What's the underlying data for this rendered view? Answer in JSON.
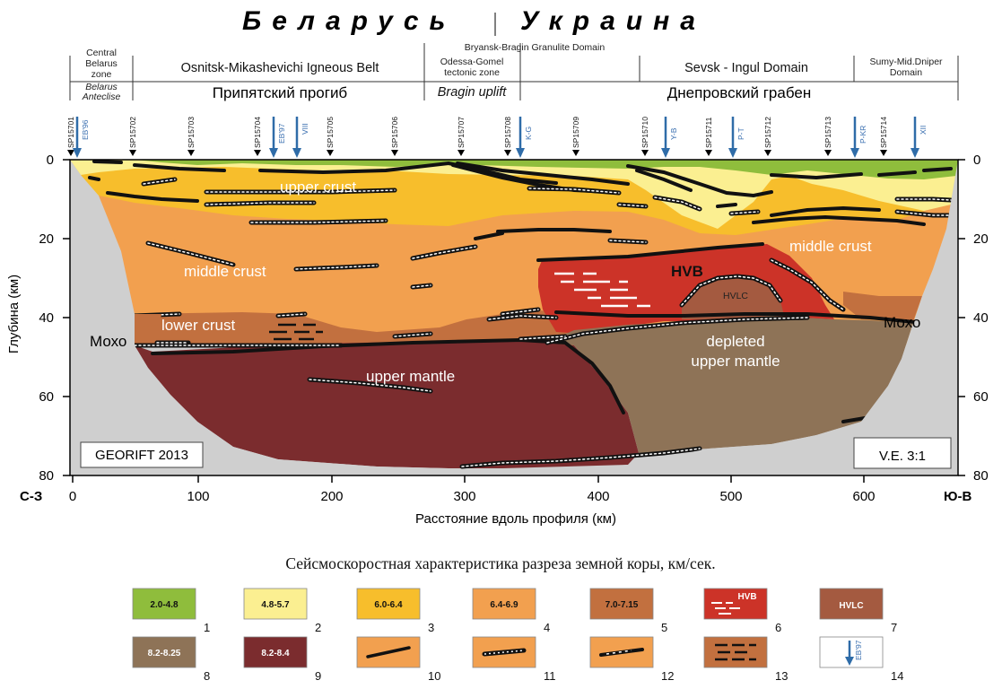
{
  "title": {
    "left": "Беларусь",
    "right": "Украина"
  },
  "zones_top": {
    "central_belarus": [
      "Central",
      "Belarus",
      "zone"
    ],
    "osnitsk": "Osnitsk-Mikashevichi Igneous Belt",
    "bryansk": "Bryansk-Bragin Granulite Domain",
    "odessa": [
      "Odessa-Gomel",
      "tectonic zone"
    ],
    "sevsk": "Sevsk - Ingul Domain",
    "sumy": [
      "Sumy-Mid.Dniper",
      "Domain"
    ]
  },
  "zones_bottom": {
    "belarus_anteclise": [
      "Belarus",
      "Anteclise"
    ],
    "pripyat": "Припятский прогиб",
    "bragin": "Bragin uplift",
    "dnieper": "Днепровский грабен"
  },
  "shotpoints": [
    "SP15701",
    "SP15702",
    "SP15703",
    "SP15704",
    "SP15705",
    "SP15706",
    "SP15707",
    "SP15708",
    "SP15709",
    "SP15710",
    "SP15711",
    "SP15712",
    "SP15713",
    "SP15714"
  ],
  "crossings": [
    "EB'96",
    "EB'97",
    "VIII",
    "K-G",
    "Y-B",
    "P-T",
    "P-KR",
    "XII"
  ],
  "axes": {
    "y_label": "Глубина (км)",
    "x_label": "Расстояние вдоль профиля (км)",
    "y_ticks": [
      "0",
      "20",
      "40",
      "60",
      "80"
    ],
    "x_ticks": [
      "0",
      "100",
      "200",
      "300",
      "400",
      "500",
      "600"
    ],
    "nw": "С-З",
    "se": "Ю-В"
  },
  "labels": {
    "upper_crust": "upper crust",
    "middle_crust_left": "middle crust",
    "middle_crust_right": "middle crust",
    "lower_crust": "lower crust",
    "hvb": "HVB",
    "hvlc": "HVLC",
    "upper_mantle": "upper mantle",
    "depleted_1": "depleted",
    "depleted_2": "upper mantle",
    "moho_left": "Мохо",
    "moho_right": "Мохо",
    "georift": "GEORIFT 2013",
    "ve": "V.E. 3:1"
  },
  "caption": "Сейсмоскоростная характеристика разреза земной коры, км/сек.",
  "legend": [
    {
      "num": "1",
      "text": "2.0-4.8",
      "color": "#8fbd3c"
    },
    {
      "num": "2",
      "text": "4.8-5.7",
      "color": "#fbef91"
    },
    {
      "num": "3",
      "text": "6.0-6.4",
      "color": "#f7be2c"
    },
    {
      "num": "4",
      "text": "6.4-6.9",
      "color": "#f2a04f"
    },
    {
      "num": "5",
      "text": "7.0-7.15",
      "color": "#c2703f"
    },
    {
      "num": "6",
      "text": "HVB",
      "color": "#cc3328"
    },
    {
      "num": "7",
      "text": "HVLC",
      "color": "#a45a40"
    },
    {
      "num": "8",
      "text": "8.2-8.25",
      "color": "#8e7357"
    },
    {
      "num": "9",
      "text": "8.2-8.4",
      "color": "#7b2c2e"
    },
    {
      "num": "10",
      "text": "",
      "color": "#f2a04f"
    },
    {
      "num": "11",
      "text": "",
      "color": "#f2a04f"
    },
    {
      "num": "12",
      "text": "",
      "color": "#f2a04f"
    },
    {
      "num": "13",
      "text": "",
      "color": "#c2703f"
    },
    {
      "num": "14",
      "text": "EB'97",
      "color": "#ffffff"
    }
  ]
}
